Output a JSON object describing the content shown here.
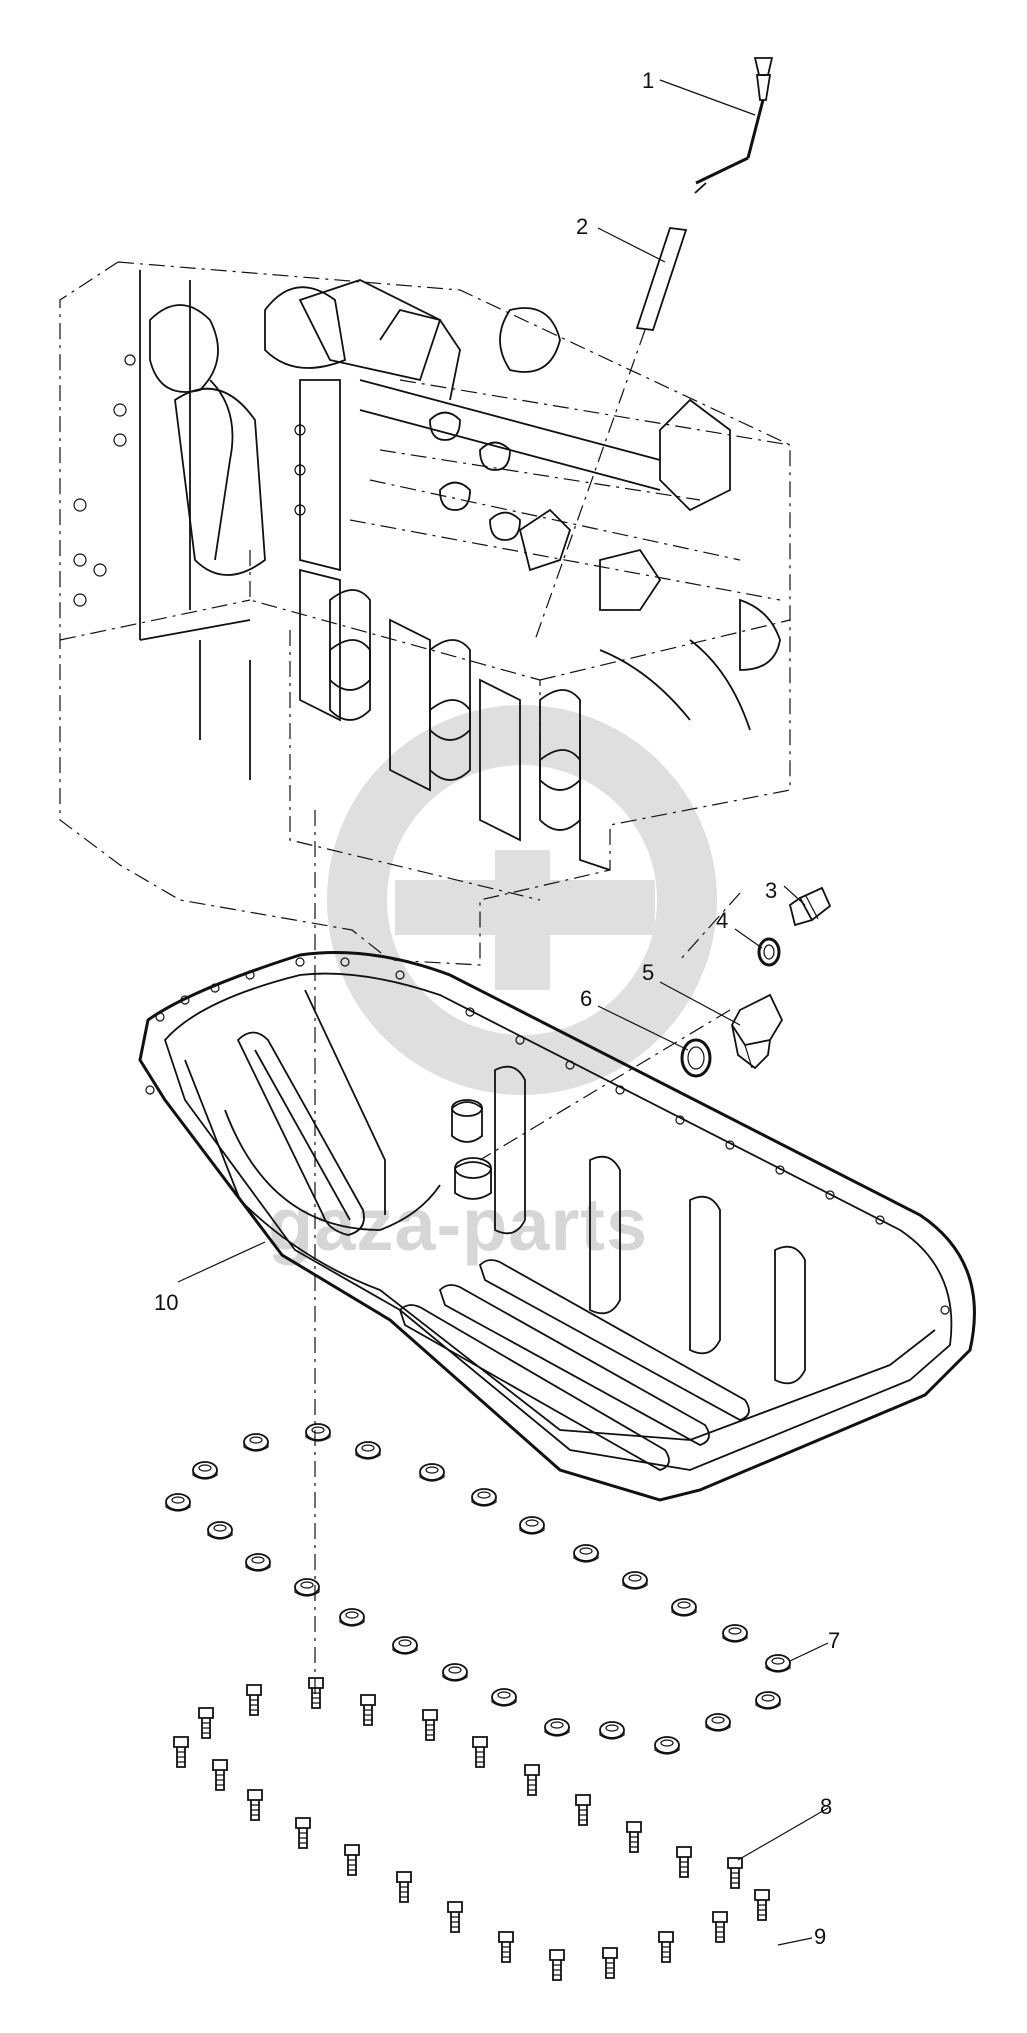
{
  "watermark": {
    "text": "gaza-parts"
  },
  "callouts": [
    {
      "id": "1",
      "label": "1"
    },
    {
      "id": "2",
      "label": "2"
    },
    {
      "id": "3",
      "label": "3"
    },
    {
      "id": "4",
      "label": "4"
    },
    {
      "id": "5",
      "label": "5"
    },
    {
      "id": "6",
      "label": "6"
    },
    {
      "id": "7",
      "label": "7"
    },
    {
      "id": "8",
      "label": "8"
    },
    {
      "id": "9",
      "label": "9"
    },
    {
      "id": "10",
      "label": "10"
    }
  ],
  "colors": {
    "line": "#111111",
    "watermark": "#d6d6d6"
  }
}
